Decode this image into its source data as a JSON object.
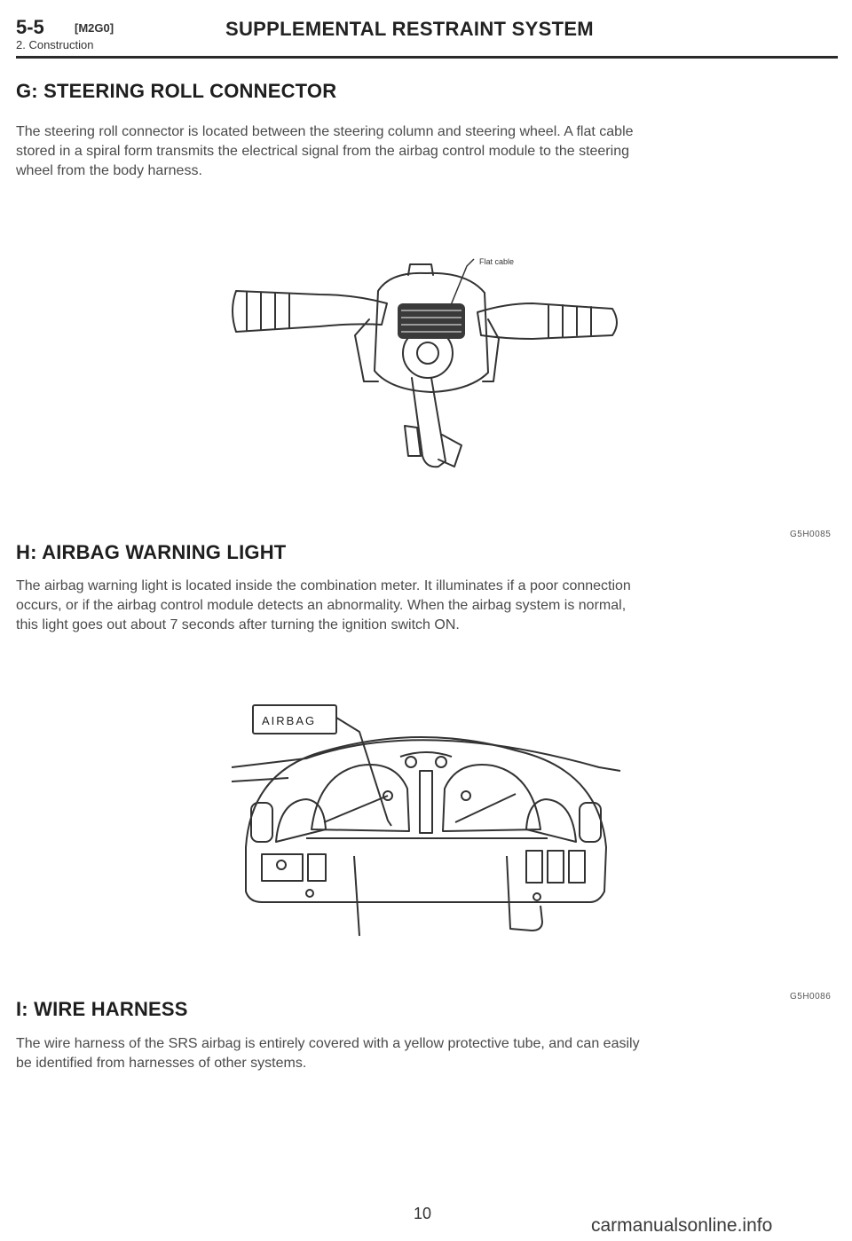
{
  "header": {
    "section_number": "5-5",
    "section_code": "[M2G0]",
    "subsection": "2. Construction",
    "title": "SUPPLEMENTAL RESTRAINT SYSTEM"
  },
  "sections": [
    {
      "heading": "G: STEERING ROLL CONNECTOR",
      "lines": [
        "The steering roll connector is located between the steering column and steering wheel. A flat cable",
        "stored in a spiral form transmits the electrical signal from the airbag control module to the steering",
        "wheel from the body harness."
      ],
      "figure": {
        "callout": "Flat cable",
        "code": "G5H0085"
      }
    },
    {
      "heading": "H: AIRBAG WARNING LIGHT",
      "lines": [
        "The airbag warning light is located inside the combination meter. It illuminates if a poor connection",
        "occurs, or if the airbag control module detects an abnormality. When the airbag system is normal,",
        "this light goes out about 7 seconds after turning the ignition switch ON."
      ],
      "figure": {
        "label": "AIRBAG",
        "code": "G5H0086"
      }
    },
    {
      "heading": "I: WIRE HARNESS",
      "lines": [
        "The wire harness of the SRS airbag is entirely covered with a yellow protective tube, and can easily",
        "be identified from harnesses of other systems."
      ]
    }
  ],
  "footer": {
    "page_number": "10",
    "watermark": "carmanualsonline.info"
  }
}
